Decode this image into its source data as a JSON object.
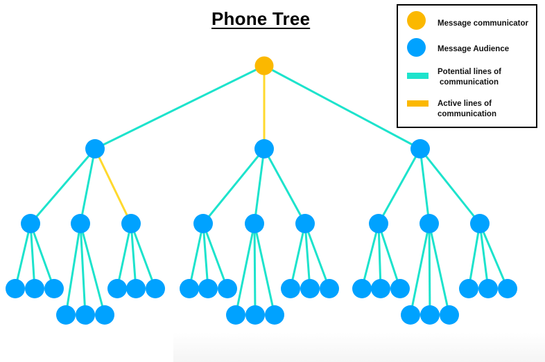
{
  "title": "Phone Tree",
  "colors": {
    "communicator": "#FBB800",
    "audience": "#00A2FF",
    "potential_line": "#1DE3CC",
    "active_line": "#FFD92E",
    "legend_active_bar": "#FBB800"
  },
  "legend": {
    "items": [
      {
        "label": "Message communicator",
        "swatch": "circle",
        "color_key": "communicator"
      },
      {
        "label": "Message Audience",
        "swatch": "circle",
        "color_key": "audience"
      },
      {
        "label": "Potential lines of\n communication",
        "line1": "Potential lines of",
        "line2": "communication",
        "swatch": "bar",
        "color_key": "potential_line"
      },
      {
        "label": "Active lines of communication",
        "line1": "Active lines of",
        "line2": "communication",
        "swatch": "bar",
        "color_key": "legend_active_bar"
      }
    ]
  },
  "tree": {
    "root": {
      "role": "communicator",
      "children": [
        "L1-left",
        "L1-middle",
        "L1-right"
      ]
    },
    "levels": {
      "level1": [
        "L1-left",
        "L1-middle",
        "L1-right"
      ],
      "level2_per_parent": 3,
      "level3_per_parent": 3
    },
    "active_edges": [
      [
        "root",
        "L1-middle"
      ],
      [
        "L1-left",
        "L2-left-3"
      ]
    ],
    "node_counts": {
      "communicator": 1,
      "audience": 39
    }
  }
}
